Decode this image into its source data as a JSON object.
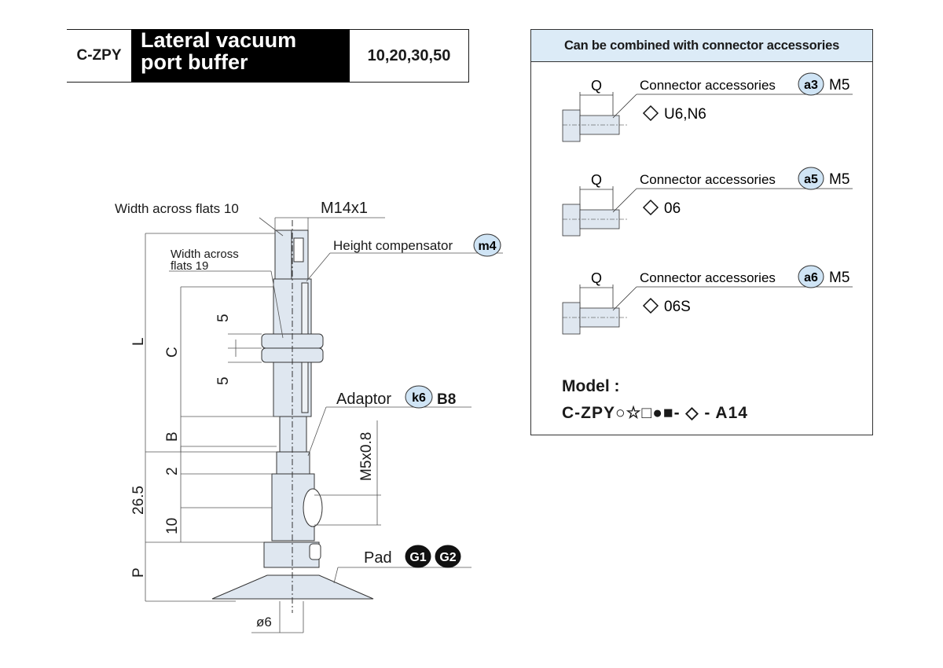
{
  "header": {
    "model": "C-ZPY",
    "title_line1": "Lateral vacuum",
    "title_line2": "port buffer",
    "sizes": "10,20,30,50"
  },
  "diagram_labels": {
    "width_flats_10": "Width across flats 10",
    "thread_m14": "M14x1",
    "width_flats_19_line1": "Width across",
    "width_flats_19_line2": "flats 19",
    "height_compensator": "Height compensator",
    "badge_m4": "m4",
    "dim_5_top": "5",
    "dim_5_bottom": "5",
    "dim_L": "L",
    "dim_C": "C",
    "adaptor": "Adaptor",
    "badge_k6": "k6",
    "adaptor_code": "B8",
    "dim_B": "B",
    "thread_m5": "M5x0.8",
    "dim_2": "2",
    "dim_26_5": "26.5",
    "dim_10": "10",
    "dim_P": "P",
    "pad": "Pad",
    "badge_g1": "G1",
    "badge_g2": "G2",
    "dim_phi6": "ø6"
  },
  "panel": {
    "title": "Can be combined with connector accessories",
    "accessories": [
      {
        "q": "Q",
        "label": "Connector accessories",
        "badge": "a3",
        "thread": "M5",
        "option": "U6,N6"
      },
      {
        "q": "Q",
        "label": "Connector accessories",
        "badge": "a5",
        "thread": "M5",
        "option": "06"
      },
      {
        "q": "Q",
        "label": "Connector accessories",
        "badge": "a6",
        "thread": "M5",
        "option": "06S"
      }
    ],
    "model_label": "Model :",
    "model_code": "C-ZPY○☆□●■- ◇ - A14"
  },
  "colors": {
    "badge_fill": "#cfe4f5",
    "panel_title_bg": "#dcebf7",
    "line": "#333333"
  }
}
